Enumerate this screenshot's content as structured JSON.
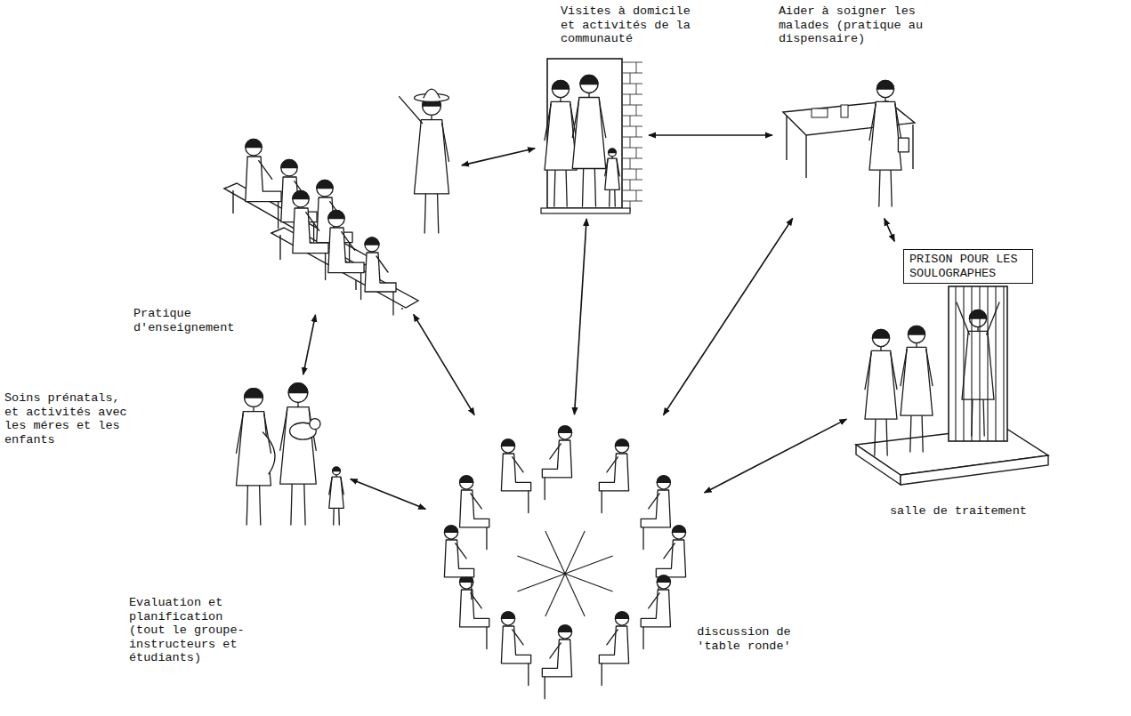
{
  "diagram": {
    "nodes": [
      {
        "text": [
          "Pratique d'enseignement"
        ]
      },
      {
        "text": [
          "Visites à domicile et activités de la communauté"
        ]
      },
      {
        "text": [
          "Aider à soigner les malades (pratique au dispensaire)"
        ]
      },
      {
        "text": [
          "salle de traitement"
        ]
      },
      {
        "text": [
          "PRISON POUR LES SOULOGRAPHES"
        ],
        "in": 3
      },
      {
        "text": [
          "Soins prénatals, et activités avec les méres et les enfants"
        ]
      },
      {
        "text": [
          "Evaluation et planification (tout le groupe- instructeurs et étudiants)",
          "discussion de 'table ronde'"
        ]
      }
    ],
    "edges": [
      {
        "from": 0,
        "to": 1,
        "arrow": "both"
      },
      {
        "from": 1,
        "to": 2,
        "arrow": "both"
      },
      {
        "from": 2,
        "to": 3,
        "arrow": "both"
      },
      {
        "from": 5,
        "to": 0,
        "arrow": "both"
      },
      {
        "from": 6,
        "to": 0,
        "arrow": "both"
      },
      {
        "from": 6,
        "to": 1,
        "arrow": "both"
      },
      {
        "from": 6,
        "to": 2,
        "arrow": "both"
      },
      {
        "from": 6,
        "to": 3,
        "arrow": "both"
      },
      {
        "from": 6,
        "to": 5,
        "arrow": "both"
      }
    ]
  }
}
